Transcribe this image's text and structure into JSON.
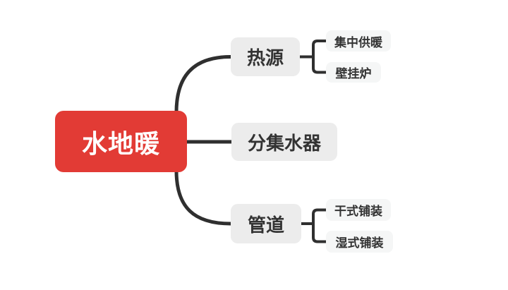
{
  "diagram": {
    "type": "mindmap",
    "background_color": "#ffffff",
    "line_color": "#2f2f2f",
    "root": {
      "label": "水地暖",
      "bg_color": "#e23b35",
      "text_color": "#ffffff"
    },
    "branches": [
      {
        "label": "热源",
        "bg_color": "#ececec",
        "text_color": "#333333",
        "children": [
          {
            "label": "集中供暖",
            "bg_color": "#f5f6f6",
            "text_color": "#333333"
          },
          {
            "label": "壁挂炉",
            "bg_color": "#f5f6f6",
            "text_color": "#333333"
          }
        ]
      },
      {
        "label": "分集水器",
        "bg_color": "#ececec",
        "text_color": "#333333",
        "children": []
      },
      {
        "label": "管道",
        "bg_color": "#ececec",
        "text_color": "#333333",
        "children": [
          {
            "label": "干式铺装",
            "bg_color": "#f5f6f6",
            "text_color": "#333333"
          },
          {
            "label": "湿式铺装",
            "bg_color": "#f5f6f6",
            "text_color": "#333333"
          }
        ]
      }
    ]
  }
}
